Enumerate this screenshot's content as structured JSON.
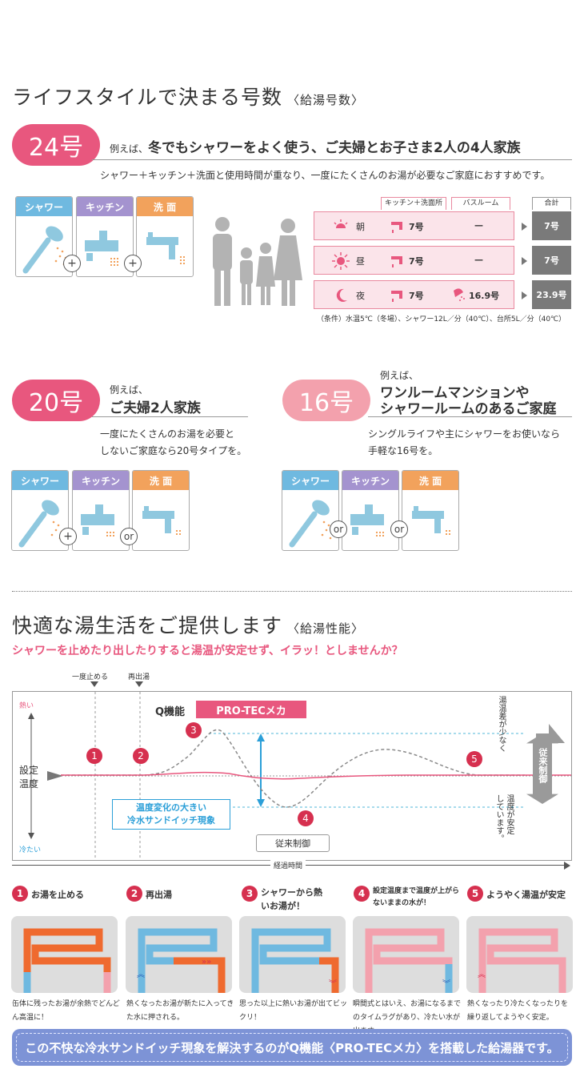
{
  "section1": {
    "title": "ライフスタイルで決まる号数",
    "title_sub": "〈給湯号数〉",
    "g24": {
      "badge": "24号",
      "lead_prefix": "例えば、",
      "lead": "冬でもシャワーをよく使う、ご夫婦とお子さま2人の4人家族",
      "desc": "シャワー＋キッチン＋洗面と使用時間が重なり、一度にたくさんのお湯が必要なご家庭におすすめです。",
      "fixtures": [
        "シャワー",
        "キッチン",
        "洗 面"
      ],
      "table": {
        "col1": "キッチン＋洗面所",
        "col2": "バスルーム",
        "col3": "合計",
        "rows": [
          {
            "time": "朝",
            "kitchen": "7号",
            "bath": "—",
            "total": "7号"
          },
          {
            "time": "昼",
            "kitchen": "7号",
            "bath": "—",
            "total": "7号"
          },
          {
            "time": "夜",
            "kitchen": "7号",
            "bath": "16.9号",
            "total": "23.9号"
          }
        ],
        "note": "（条件）水温5℃（冬場）、シャワー12L／分（40℃）、台所5L／分（40℃）"
      }
    },
    "g20": {
      "badge": "20号",
      "lead_prefix": "例えば、",
      "lead": "ご夫婦2人家族",
      "desc1": "一度にたくさんのお湯を必要と",
      "desc2": "しないご家庭なら20号タイプを。",
      "fixtures": [
        "シャワー",
        "キッチン",
        "洗 面"
      ],
      "or": "or"
    },
    "g16": {
      "badge": "16号",
      "lead_prefix": "例えば、",
      "lead1": "ワンルームマンションや",
      "lead2": "シャワールームのあるご家庭",
      "desc1": "シングルライフや主にシャワーをお使いなら",
      "desc2": "手軽な16号を。",
      "fixtures": [
        "シャワー",
        "キッチン",
        "洗 面"
      ],
      "or": "or"
    }
  },
  "section2": {
    "title": "快適な湯生活をご提供します",
    "title_sub": "〈給湯性能〉",
    "subtitle": "シャワーを止めたり出したりすると湯温が安定せず、イラッ！としませんか？",
    "chart": {
      "label_stop": "一度止める",
      "label_restart": "再出湯",
      "hot": "熱い",
      "cold": "冷たい",
      "set_temp": [
        "設定",
        "温度"
      ],
      "q_label": "Q機能",
      "protec": "PRO-TECメカ",
      "sandwich1": "温度変化の大きい",
      "sandwich2": "冷水サンドイッチ現象",
      "conventional": "従来制御",
      "conventional_v": "従来制御",
      "right_note1": "湯温差が少なく",
      "right_note2": "温度が安定",
      "right_note3": "しています。",
      "xaxis": "経過時間",
      "markers": [
        "1",
        "2",
        "3",
        "4",
        "5"
      ]
    },
    "steps": [
      {
        "n": "1",
        "title": "お湯を止める",
        "cap": "缶体に残ったお湯が余熱でどんどん高温に！"
      },
      {
        "n": "2",
        "title": "再出湯",
        "cap": "熱くなったお湯が新たに入ってきた水に押される。"
      },
      {
        "n": "3",
        "title": "シャワーから熱いお湯が！",
        "cap": "思った以上に熱いお湯が出てビックリ！"
      },
      {
        "n": "4",
        "title": "設定温度まで温度が上がらないままの水が！",
        "cap": "瞬間式とはいえ、お湯になるまでのタイムラグがあり、冷たい水が出ます。"
      },
      {
        "n": "5",
        "title": "ようやく湯温が安定",
        "cap": "熱くなったり冷たくなったりを繰り返してようやく安定。"
      }
    ],
    "banner": "この不快な冷水サンドイッチ現象を解決するのがQ機能〈PRO-TECメカ〉を搭載した給湯器です。"
  }
}
